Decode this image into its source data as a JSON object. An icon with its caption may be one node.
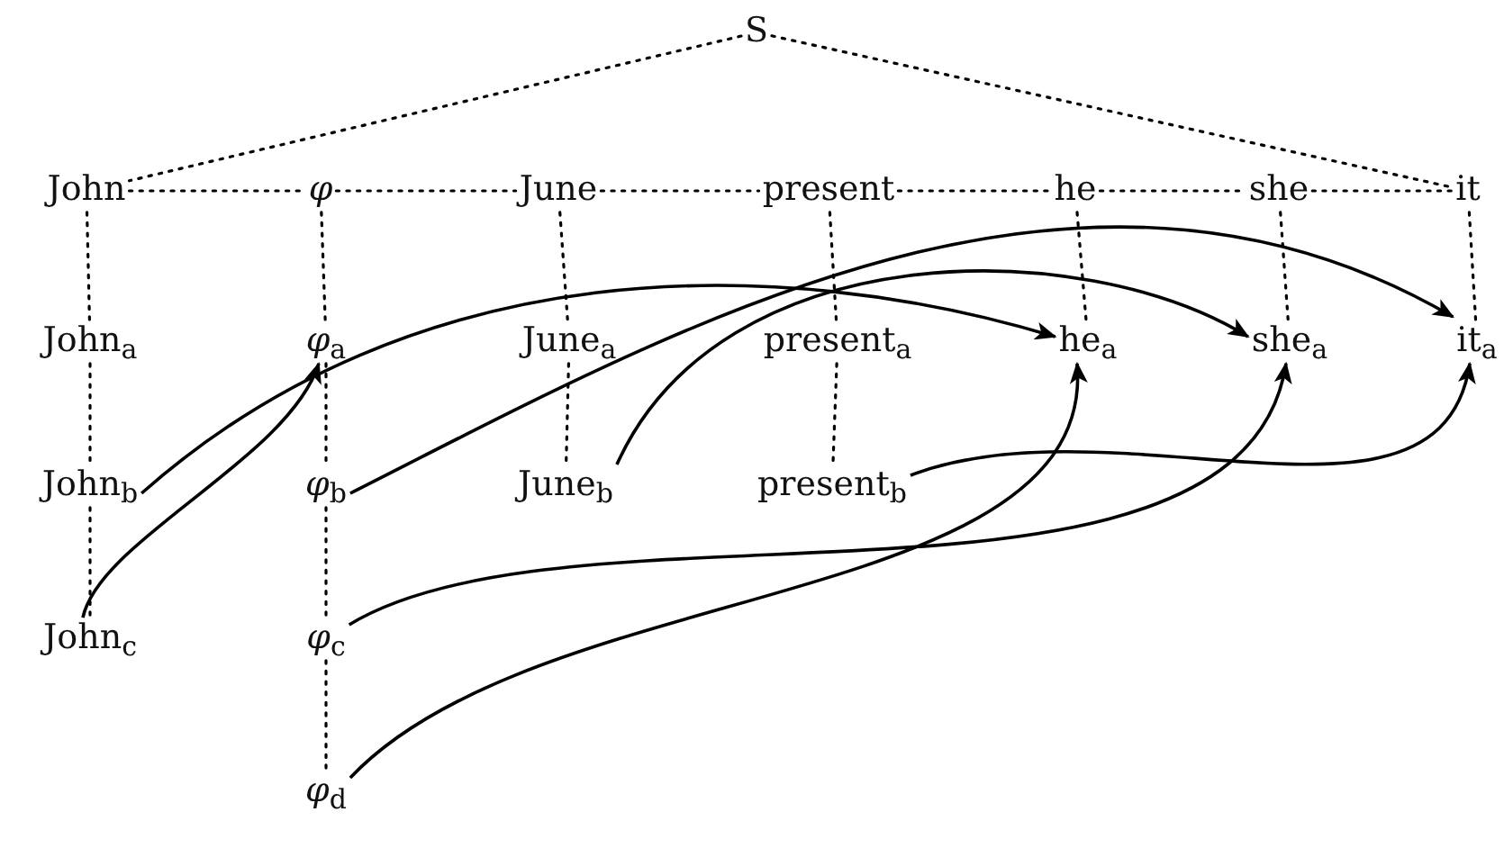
{
  "diagram": {
    "nodes": [
      {
        "text": [
          "S"
        ]
      },
      {
        "text": [
          "John"
        ]
      },
      {
        "text": [
          "φ"
        ]
      },
      {
        "text": [
          "June"
        ]
      },
      {
        "text": [
          "present"
        ]
      },
      {
        "text": [
          "he"
        ]
      },
      {
        "text": [
          "she"
        ]
      },
      {
        "text": [
          "it"
        ]
      },
      {
        "text": [
          "John$_{a}$"
        ]
      },
      {
        "text": [
          "*φ*$_{a}$"
        ]
      },
      {
        "text": [
          "June$_{a}$"
        ]
      },
      {
        "text": [
          "present$_{a}$"
        ]
      },
      {
        "text": [
          "he$_{a}$"
        ]
      },
      {
        "text": [
          "she$_{a}$"
        ]
      },
      {
        "text": [
          "it$_{a}$"
        ]
      },
      {
        "text": [
          "John$_{b}$"
        ]
      },
      {
        "text": [
          "*φ*$_{b}$"
        ]
      },
      {
        "text": [
          "June$_{b}$"
        ]
      },
      {
        "text": [
          "present$_{b}$"
        ]
      },
      {
        "text": [
          "John$_{c}$"
        ]
      },
      {
        "text": [
          "*φ*$_{c}$"
        ]
      },
      {
        "text": [
          "*φ*$_{d}$"
        ]
      }
    ],
    "edges": [
      {
        "from": 0,
        "to": 1,
        "arrow": "none",
        "style": "dashed"
      },
      {
        "from": 0,
        "to": 7,
        "arrow": "none",
        "style": "dashed"
      },
      {
        "from": 1,
        "to": 2,
        "arrow": "none",
        "style": "dashed"
      },
      {
        "from": 2,
        "to": 3,
        "arrow": "none",
        "style": "dashed"
      },
      {
        "from": 3,
        "to": 4,
        "arrow": "none",
        "style": "dashed"
      },
      {
        "from": 4,
        "to": 5,
        "arrow": "none",
        "style": "dashed"
      },
      {
        "from": 5,
        "to": 6,
        "arrow": "none",
        "style": "dashed"
      },
      {
        "from": 6,
        "to": 7,
        "arrow": "none",
        "style": "dashed"
      },
      {
        "from": 1,
        "to": 8,
        "arrow": "none",
        "style": "dashed"
      },
      {
        "from": 8,
        "to": 15,
        "arrow": "none",
        "style": "dashed"
      },
      {
        "from": 15,
        "to": 19,
        "arrow": "none",
        "style": "dashed"
      },
      {
        "from": 2,
        "to": 9,
        "arrow": "none",
        "style": "dashed"
      },
      {
        "from": 9,
        "to": 16,
        "arrow": "none",
        "style": "dashed"
      },
      {
        "from": 16,
        "to": 20,
        "arrow": "none",
        "style": "dashed"
      },
      {
        "from": 20,
        "to": 21,
        "arrow": "none",
        "style": "dashed"
      },
      {
        "from": 3,
        "to": 10,
        "arrow": "none",
        "style": "dashed"
      },
      {
        "from": 10,
        "to": 17,
        "arrow": "none",
        "style": "dashed"
      },
      {
        "from": 4,
        "to": 11,
        "arrow": "none",
        "style": "dashed"
      },
      {
        "from": 11,
        "to": 18,
        "arrow": "none",
        "style": "dashed"
      },
      {
        "from": 5,
        "to": 12,
        "arrow": "none",
        "style": "dashed"
      },
      {
        "from": 6,
        "to": 13,
        "arrow": "none",
        "style": "dashed"
      },
      {
        "from": 7,
        "to": 14,
        "arrow": "none",
        "style": "dashed"
      },
      {
        "from": 15,
        "to": 12,
        "arrow": "to"
      },
      {
        "from": 19,
        "to": 9,
        "arrow": "to"
      },
      {
        "from": 16,
        "to": 14,
        "arrow": "to"
      },
      {
        "from": 17,
        "to": 13,
        "arrow": "to"
      },
      {
        "from": 18,
        "to": 14,
        "arrow": "to"
      },
      {
        "from": 20,
        "to": 13,
        "arrow": "to"
      },
      {
        "from": 21,
        "to": 12,
        "arrow": "to"
      }
    ]
  }
}
